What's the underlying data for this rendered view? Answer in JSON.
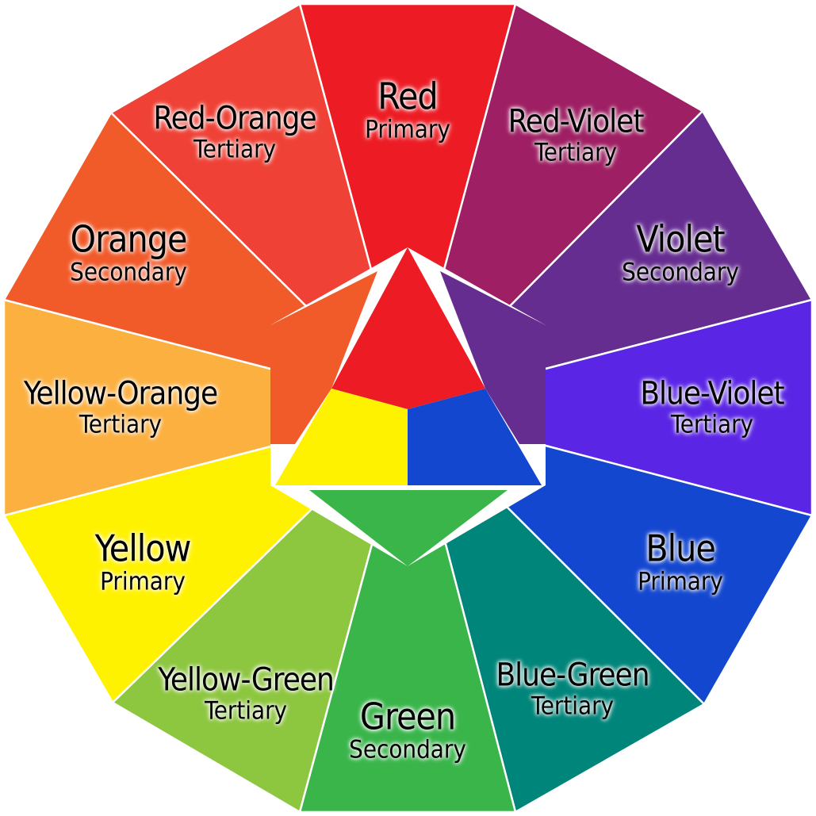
{
  "segments": [
    {
      "name": "Red",
      "kind": "Primary",
      "color": "#ed1c24"
    },
    {
      "name": "Red-Violet",
      "kind": "Tertiary",
      "color": "#9e1f63"
    },
    {
      "name": "Violet",
      "kind": "Secondary",
      "color": "#662d91"
    },
    {
      "name": "Blue-Violet",
      "kind": "Tertiary",
      "color": "#5b25e6"
    },
    {
      "name": "Blue",
      "kind": "Primary",
      "color": "#1447d0"
    },
    {
      "name": "Blue-Green",
      "kind": "Tertiary",
      "color": "#00857a"
    },
    {
      "name": "Green",
      "kind": "Secondary",
      "color": "#39b54a"
    },
    {
      "name": "Yellow-Green",
      "kind": "Tertiary",
      "color": "#8dc63f"
    },
    {
      "name": "Yellow",
      "kind": "Primary",
      "color": "#fff200"
    },
    {
      "name": "Yellow-Orange",
      "kind": "Tertiary",
      "color": "#fbb040"
    },
    {
      "name": "Orange",
      "kind": "Secondary",
      "color": "#f15a29"
    },
    {
      "name": "Red-Orange",
      "kind": "Tertiary",
      "color": "#ef4136"
    }
  ]
}
